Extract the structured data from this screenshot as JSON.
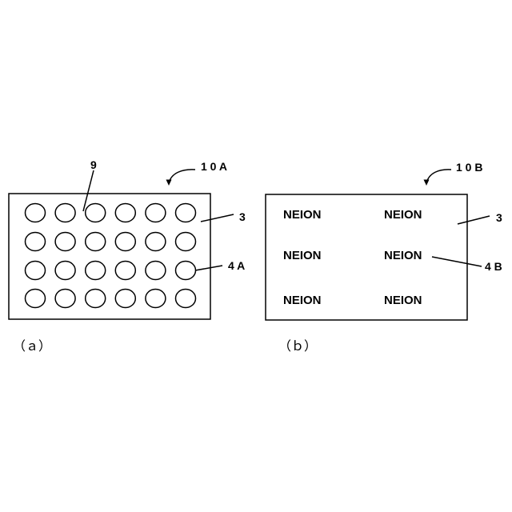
{
  "panel_a": {
    "ref_label": "1 0 A",
    "hole_label": "9",
    "plate_label": "3",
    "item_label": "4 A",
    "caption": "（ａ）",
    "grid": {
      "rows": 4,
      "cols": 6
    }
  },
  "panel_b": {
    "ref_label": "1 0 B",
    "plate_label": "3",
    "item_label": "4 B",
    "caption": "（ｂ）",
    "marks": [
      "NEION",
      "NEION",
      "NEION",
      "NEION",
      "NEION",
      "NEION"
    ]
  }
}
